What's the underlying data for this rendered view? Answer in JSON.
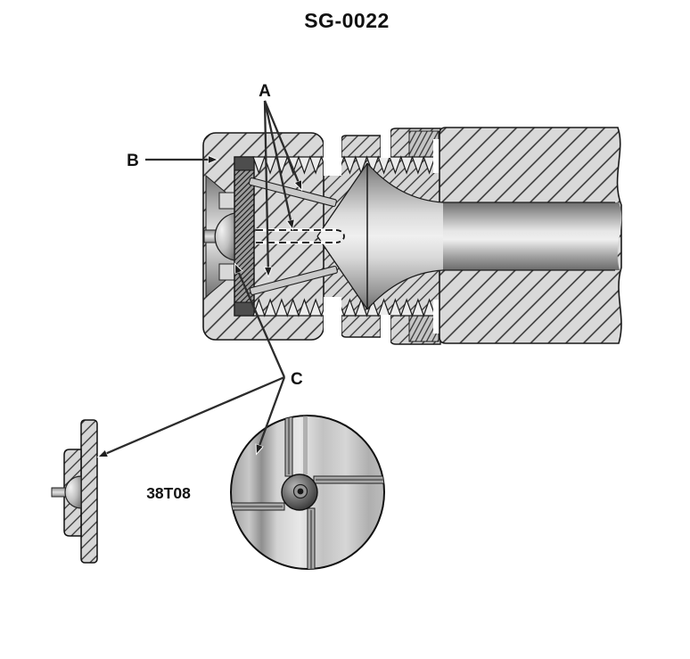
{
  "figure": {
    "title": "SG-0022",
    "callouts": {
      "a": "A",
      "b": "B",
      "c": "C"
    },
    "part_label": "38T08",
    "colors": {
      "background": "#ffffff",
      "outline": "#1a1a1a",
      "hatch_fill": "#d9d9d9",
      "hatch_line": "#2f2f2f",
      "strainer_plate_fill": "#9d9d9d",
      "leader_line": "#2c2c2c"
    }
  }
}
